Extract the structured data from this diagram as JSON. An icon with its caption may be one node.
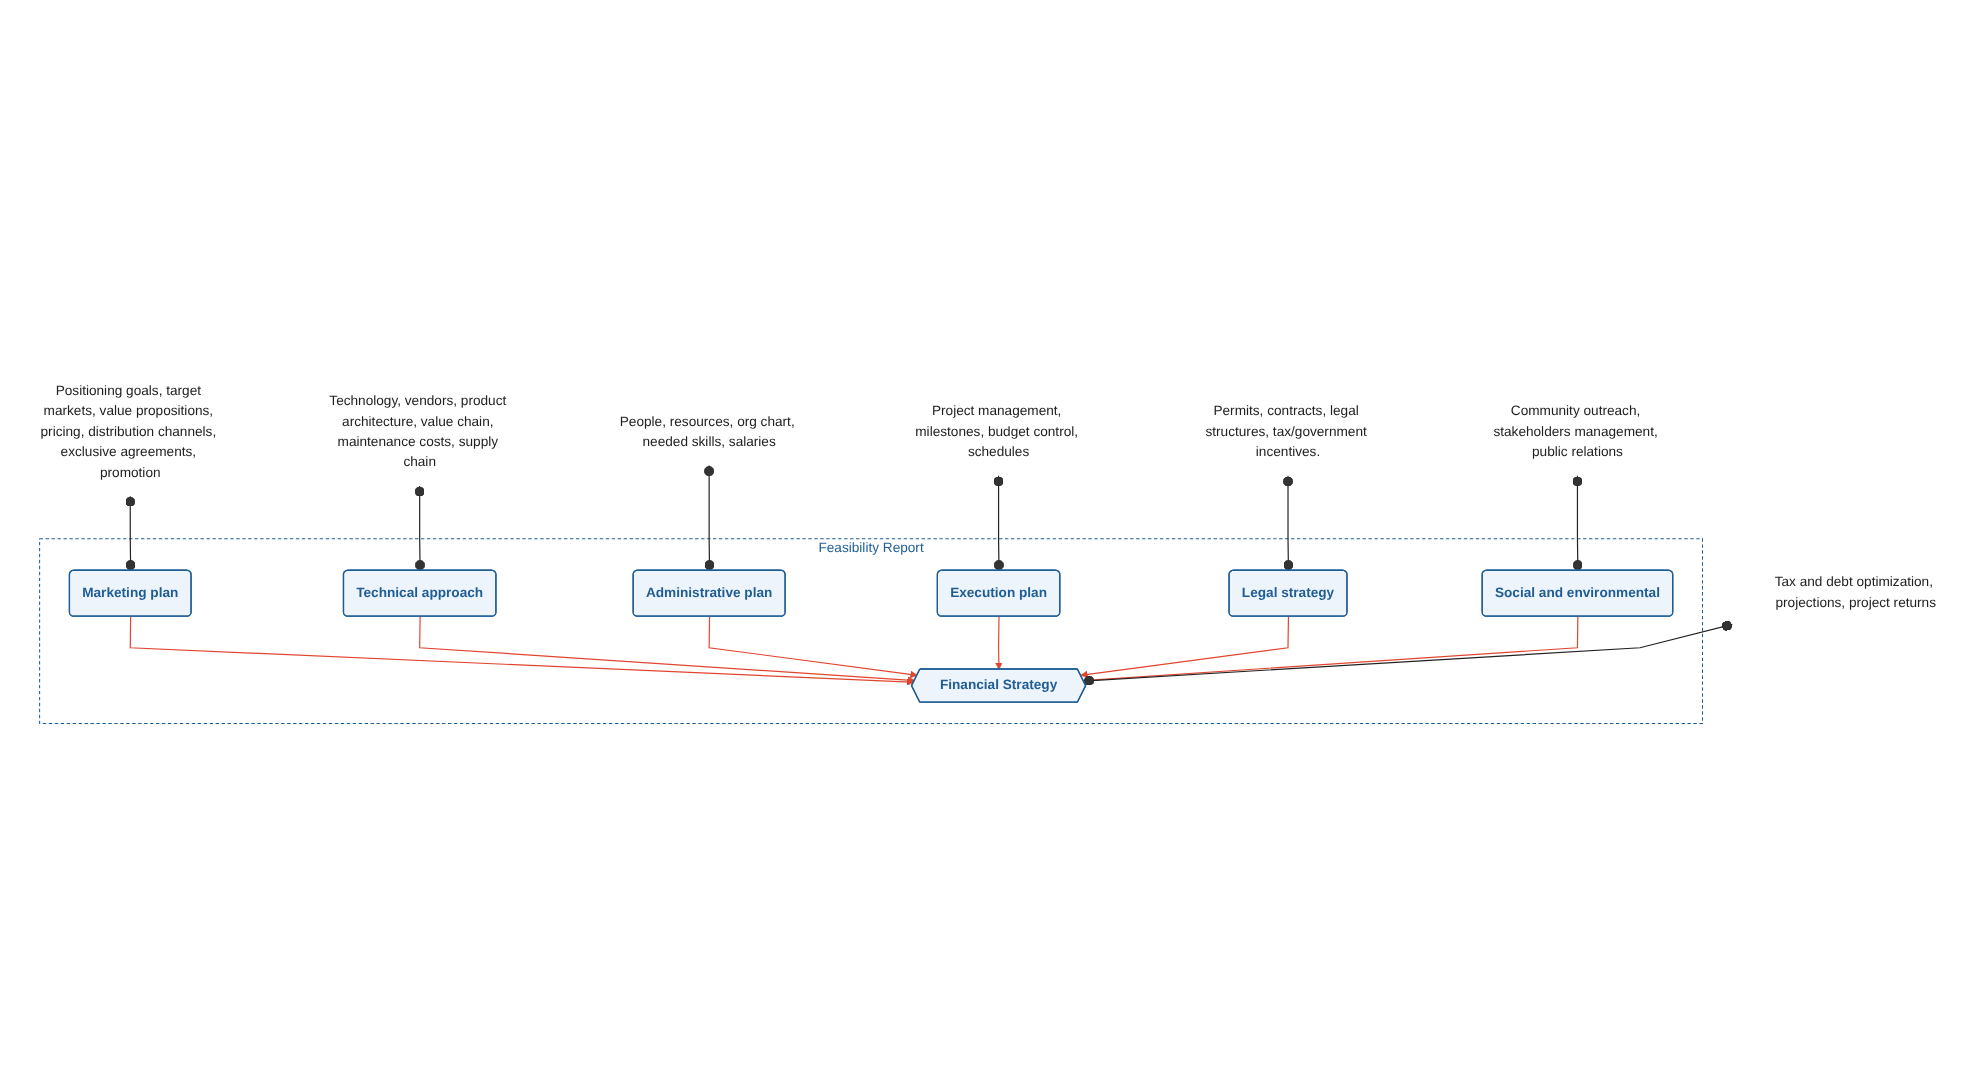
{
  "diagram": {
    "nodes": [
      {
        "text": [
          "Technology, vendors, product architecture, value chain, maintenance costs, supply chain"
        ]
      },
      {
        "text": [
          "Positioning goals, target markets, value propositions, pricing, distribution channels, exclusive agreements, promotion"
        ]
      },
      {
        "text": [
          "Feasibility Report"
        ]
      },
      {
        "text": [
          "Marketing plan"
        ],
        "in": 2
      },
      {
        "text": [
          "Technical approach"
        ],
        "in": 2
      },
      {
        "text": [
          "Administrative plan"
        ],
        "in": 2
      },
      {
        "text": [
          "People, resources, org chart, needed skills, salaries"
        ]
      },
      {
        "text": [
          "Tax and debt optimization, projections, project returns"
        ]
      },
      {
        "text": [
          "Financial Strategy"
        ],
        "in": 2
      },
      {
        "text": [
          "Project management, milestones, budget control, schedules"
        ]
      },
      {
        "text": [
          "Execution plan"
        ],
        "in": 2
      },
      {
        "text": [
          "Legal strategy"
        ],
        "in": 2
      },
      {
        "text": [
          "Social and environmental"
        ],
        "in": 2
      },
      {
        "text": [
          "Community outreach, stakeholders management, public relations"
        ]
      },
      {
        "text": [
          "Permits, contracts, legal structures, tax/government incentives."
        ]
      }
    ],
    "edges": [
      {
        "from": 3,
        "to": 8,
        "arrow": "to",
        "color": "#e0452f"
      },
      {
        "from": 4,
        "to": 8,
        "arrow": "to",
        "color": "#e0452f"
      },
      {
        "from": 5,
        "to": 8,
        "arrow": "to",
        "color": "#e0452f"
      },
      {
        "from": 10,
        "to": 8,
        "arrow": "to",
        "color": "#e0452f"
      },
      {
        "from": 11,
        "to": 8,
        "arrow": "to",
        "color": "#e0452f"
      },
      {
        "from": 12,
        "to": 8,
        "arrow": "to",
        "color": "#e0452f"
      },
      {
        "from": 0,
        "to": 4,
        "arrow": "other"
      },
      {
        "from": 1,
        "to": 3,
        "arrow": "other"
      },
      {
        "from": 6,
        "to": 5,
        "arrow": "other"
      },
      {
        "from": 7,
        "to": 8,
        "arrow": "other"
      },
      {
        "from": 9,
        "to": 10,
        "arrow": "other"
      },
      {
        "from": 13,
        "to": 12,
        "arrow": "other"
      },
      {
        "from": 14,
        "to": 11,
        "arrow": "other"
      }
    ]
  }
}
